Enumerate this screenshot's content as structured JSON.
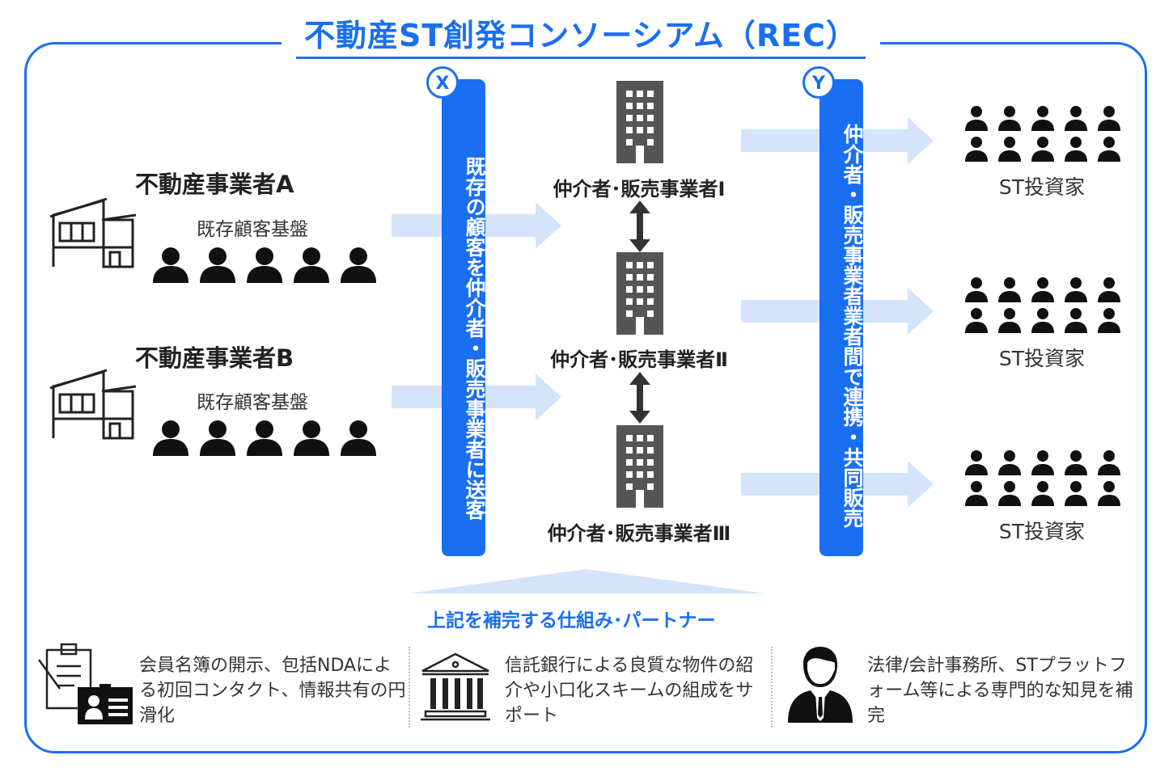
{
  "title": "不動産ST創発コンソーシアム（REC）",
  "companies": [
    {
      "name": "不動産事業者A",
      "customer_label": "既存顧客基盤"
    },
    {
      "name": "不動産事業者B",
      "customer_label": "既存顧客基盤"
    }
  ],
  "bar_x": {
    "badge": "X",
    "text": "既存の顧客を仲介者・販売事業者に送客"
  },
  "bar_y": {
    "badge": "Y",
    "text": "仲介者・販売事業者業者間で連携・共同販売"
  },
  "brokers": [
    "仲介者･販売事業者Ⅰ",
    "仲介者･販売事業者Ⅱ",
    "仲介者･販売事業者Ⅲ"
  ],
  "investors": [
    "ST投資家",
    "ST投資家",
    "ST投資家"
  ],
  "partners": {
    "heading": "上記を補完する仕組み･パートナー",
    "items": [
      {
        "icon": "clipboard-id-card-icon",
        "text": "会員名簿の開示、包括NDAによる初回コンタクト、情報共有の円滑化"
      },
      {
        "icon": "bank-building-icon",
        "text": "信託銀行による良質な物件の紹介や小口化スキームの組成をサポート"
      },
      {
        "icon": "businessman-icon",
        "text": "法律/会計事務所、STプラットフォーム等による専門的な知見を補完"
      }
    ]
  },
  "colors": {
    "accent": "#1a6ff0",
    "arrow": "#d3e4fb",
    "icon_dark": "#555555"
  }
}
